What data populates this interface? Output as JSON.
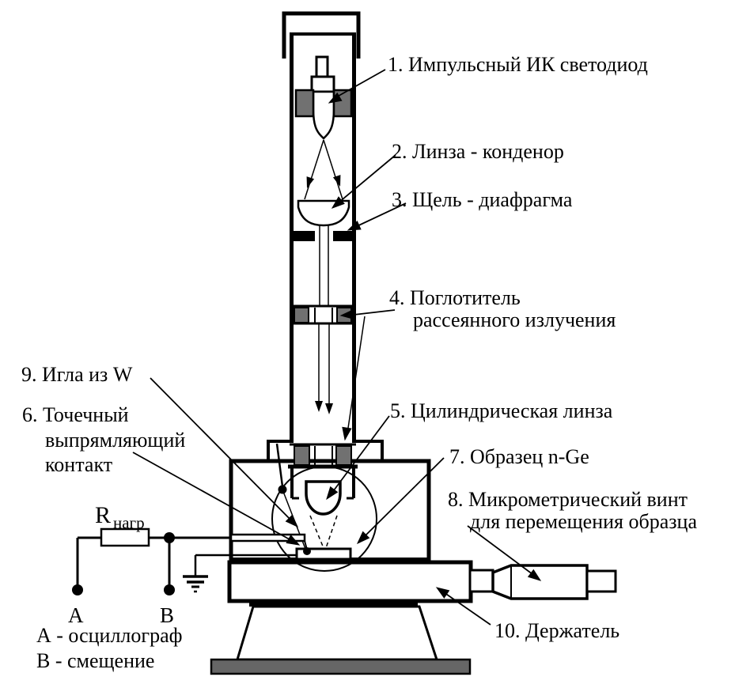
{
  "diagram": {
    "description": "Schematic of experimental setup: pulsed IR LED optical column focused onto n-Ge sample with point contact probe",
    "labels": {
      "l1": "1. Импульсный ИК светодиод",
      "l2": "2. Линза - конденор",
      "l3": "3. Щель - диафрагма",
      "l4a": "4. Поглотитель",
      "l4b": "рассеянного излучения",
      "l5": "5. Цилиндрическая линза",
      "l6a": "6. Точечный",
      "l6b": "выпрямляющий",
      "l6c": "контакт",
      "l7": "7. Образец n-Ge",
      "l8a": "8. Микрометрический винт",
      "l8b": "для перемещения образца",
      "l9": "9. Игла из W",
      "l10": "10. Держатель"
    },
    "circuit": {
      "resistor_main": "R",
      "resistor_sub": "нагр",
      "terminal_a": "А",
      "terminal_b": "В",
      "legend_a": "А - осциллограф",
      "legend_b": "В - смещение"
    },
    "colors": {
      "line": "#000000",
      "block_gray": "#717171",
      "base_gray": "#666666",
      "background": "#ffffff"
    }
  }
}
